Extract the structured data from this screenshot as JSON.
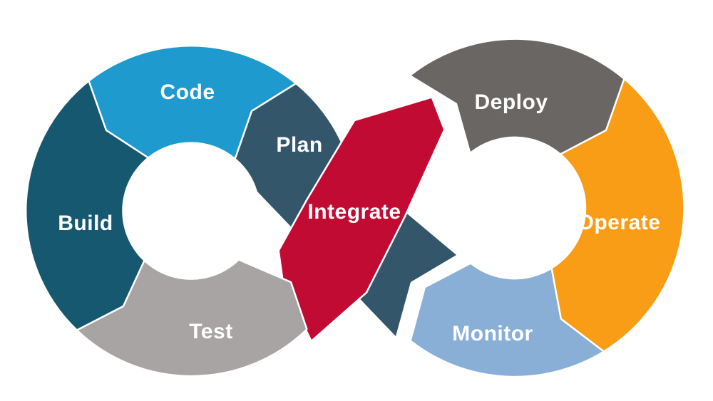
{
  "diagram": {
    "type": "devops-infinity-loop",
    "background": "#ffffff",
    "separator_color": "#ffffff",
    "text_color": "#ffffff",
    "flow_order": [
      "Plan",
      "Code",
      "Build",
      "Test",
      "Integrate",
      "Deploy",
      "Operate",
      "Monitor"
    ],
    "segments": {
      "plan": {
        "label": "Plan",
        "color": "#33566b"
      },
      "code": {
        "label": "Code",
        "color": "#1e9ace"
      },
      "build": {
        "label": "Build",
        "color": "#15586f"
      },
      "test": {
        "label": "Test",
        "color": "#a8a4a3"
      },
      "integrate": {
        "label": "Integrate",
        "color": "#c20b33"
      },
      "deploy": {
        "label": "Deploy",
        "color": "#6a6664"
      },
      "operate": {
        "label": "Operate",
        "color": "#f89d15"
      },
      "monitor": {
        "label": "Monitor",
        "color": "#89afd7"
      }
    }
  }
}
